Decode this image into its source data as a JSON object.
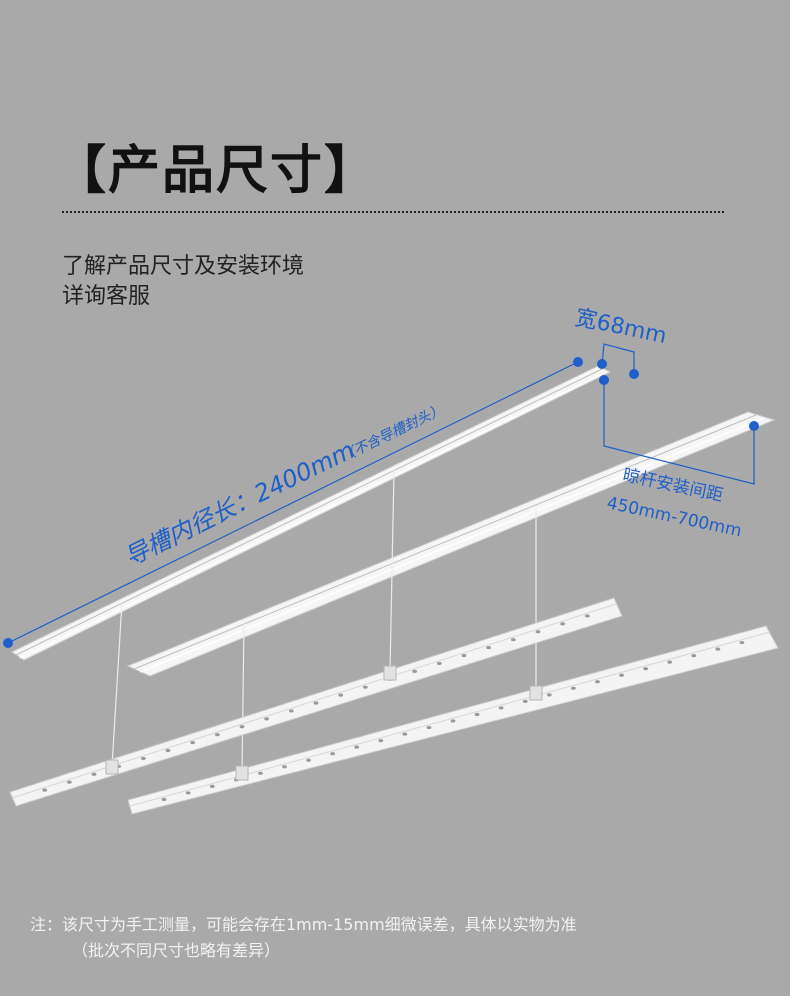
{
  "title": "【产品尺寸】",
  "intro": {
    "line1": "了解产品尺寸及安装环境",
    "line2": "详询客服"
  },
  "dimensions": {
    "width_label": "宽68mm",
    "length_label": "导槽内径长：2400mm",
    "length_note": "（不含导槽封头）",
    "spacing_label_1": "晾杆安装间距",
    "spacing_label_2": "450mm-700mm"
  },
  "note": {
    "line1": "注：该尺寸为手工测量，可能会存在1mm-15mm细微误差，具体以实物为准",
    "line2": "（批次不同尺寸也略有差异）"
  },
  "colors": {
    "background": "#a9a9a9",
    "accent": "#1f5fc8",
    "rail": "#f4f4f4"
  }
}
